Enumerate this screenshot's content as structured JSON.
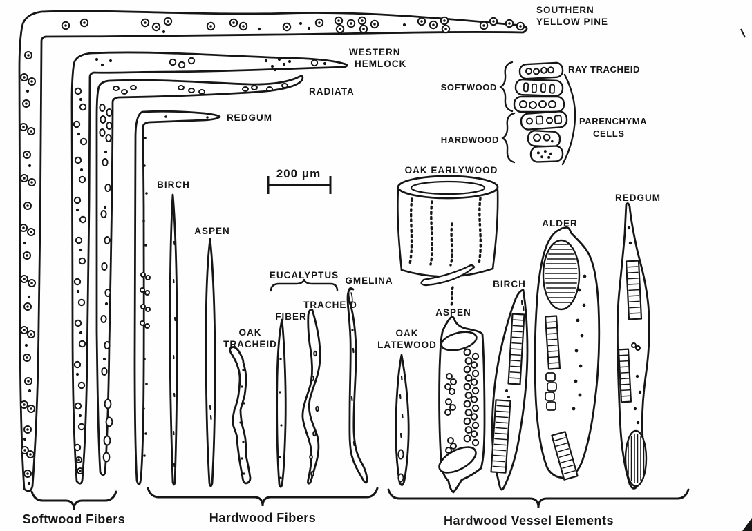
{
  "figure": {
    "ink_color": "#161616",
    "paper_color": "#fefefe",
    "scale_bar": {
      "label": "200 μm"
    },
    "softwood_fiber_labels": {
      "southern_yellow_pine_line1": "SOUTHERN",
      "southern_yellow_pine_line2": "YELLOW PINE",
      "western_hemlock_line1": "WESTERN",
      "western_hemlock_line2": "HEMLOCK",
      "radiata": "RADIATA"
    },
    "hardwood_fiber_labels": {
      "redgum": "REDGUM",
      "birch": "BIRCH",
      "aspen": "ASPEN",
      "oak_tracheid_line1": "OAK",
      "oak_tracheid_line2": "TRACHEID",
      "eucalyptus": "EUCALYPTUS",
      "eucalyptus_fiber": "FIBER",
      "eucalyptus_tracheid": "TRACHEID",
      "gmelina": "GMELINA"
    },
    "vessel_labels": {
      "oak_earlywood": "OAK EARLYWOOD",
      "oak_latewood_line1": "OAK",
      "oak_latewood_line2": "LATEWOOD",
      "aspen": "ASPEN",
      "birch": "BIRCH",
      "alder": "ALDER",
      "redgum": "REDGUM"
    },
    "legend": {
      "softwood": "SOFTWOOD",
      "hardwood": "HARDWOOD",
      "ray_tracheid": "RAY TRACHEID",
      "parenchyma_line1": "PARENCHYMA",
      "parenchyma_line2": "CELLS"
    },
    "group_labels": {
      "softwood_fibers": "Softwood Fibers",
      "hardwood_fibers": "Hardwood Fibers",
      "hardwood_vessel_elements": "Hardwood Vessel Elements"
    }
  }
}
